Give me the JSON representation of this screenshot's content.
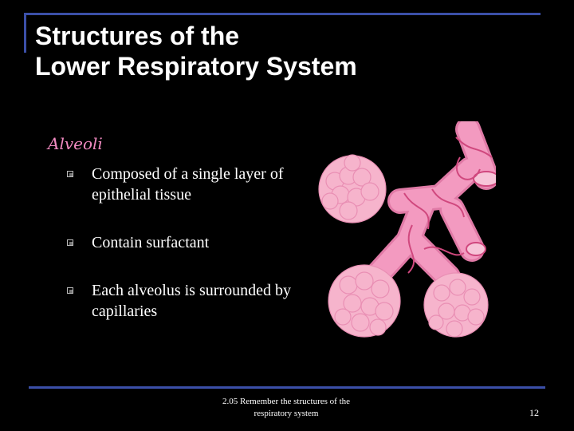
{
  "slide": {
    "title_line1": "Structures of the",
    "title_line2": "Lower Respiratory System",
    "subtitle": "Alveoli",
    "bullets": [
      "Composed of a single layer of epithelial tissue",
      "Contain surfactant",
      "Each alveolus is surrounded by capillaries"
    ],
    "footer": "2.05 Remember the structures of the respiratory system",
    "page_number": "12"
  },
  "illustration": {
    "subject": "alveoli-cluster-illustration"
  },
  "colors": {
    "background": "#000000",
    "rule": "#3b4fa8",
    "subtitle": "#f08ac0",
    "alveoli": "#f6b4cc",
    "bronchiole": "#f39ac0",
    "capillary": "#d0487e"
  }
}
